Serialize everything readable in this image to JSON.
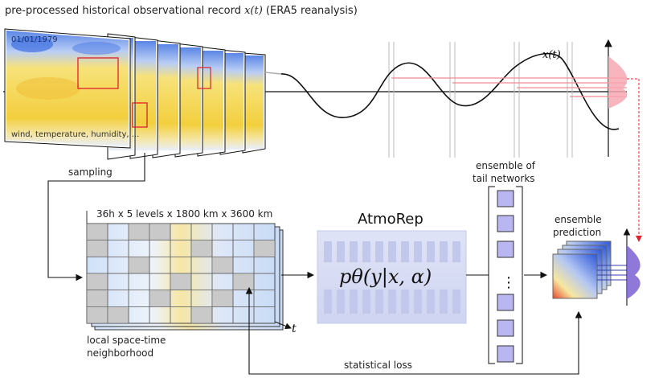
{
  "header": {
    "text": "pre-processed historical observational record ",
    "math": "x(t)",
    "suffix": " (ERA5 reanalysis)"
  },
  "frames": {
    "date": "01/01/1979",
    "variables": "wind, temperature, humidity, ..."
  },
  "curve_label": "x(t)",
  "sampling_label": "sampling",
  "neighborhood": {
    "dims": "36h x 5 levels x 1800 km x 3600 km",
    "axis": "t",
    "caption_line1": "local space-time",
    "caption_line2": "neighborhood"
  },
  "model": {
    "title": "AtmoRep",
    "formula": "pθ(y|x, α)"
  },
  "ensemble_tail": {
    "line1": "ensemble of",
    "line2": "tail networks",
    "ellipsis": "⋮"
  },
  "ensemble_pred": {
    "line1": "ensemble",
    "line2": "prediction"
  },
  "loss_label": "statistical loss",
  "colors": {
    "yellow": "#f5d24a",
    "blue": "#3b6fd8",
    "red": "#e0202a",
    "pink": "#f7a8b2",
    "purple": "#8a70d8",
    "box": "#d7dcf3"
  }
}
